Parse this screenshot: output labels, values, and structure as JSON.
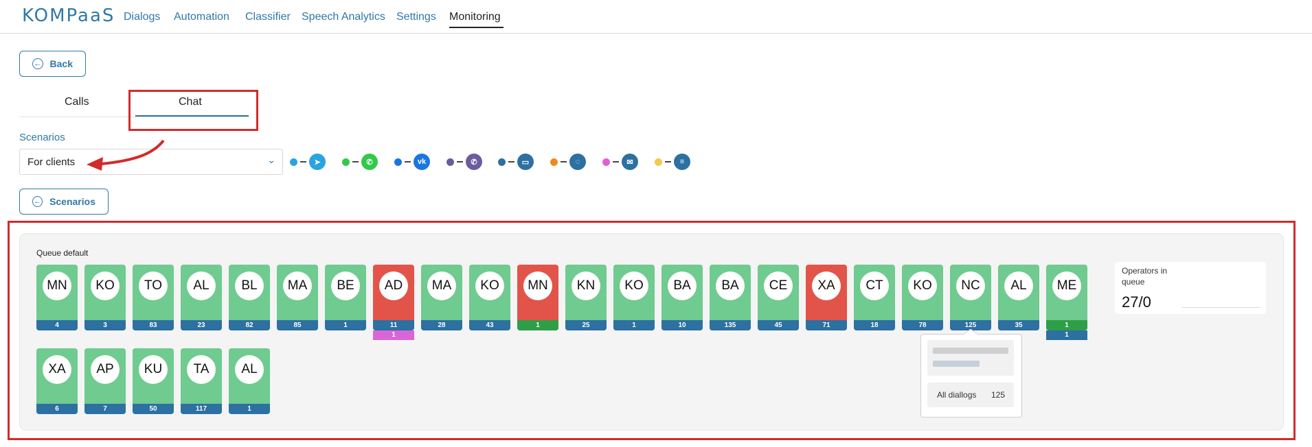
{
  "header": {
    "logo": "KOMPaaS",
    "nav": [
      {
        "label": "Dialogs"
      },
      {
        "label": "Automation"
      },
      {
        "label": "Classifier"
      },
      {
        "label": "Speech Analytics"
      },
      {
        "label": "Settings"
      },
      {
        "label": "Monitoring",
        "active": true
      }
    ]
  },
  "back_button": "Back",
  "tabs": [
    {
      "label": "Calls"
    },
    {
      "label": "Chat",
      "active": true
    }
  ],
  "scenarios": {
    "label": "Scenarios",
    "selected": "For clients",
    "button": "Scenarios"
  },
  "channels": [
    {
      "name": "telegram",
      "dot_color": "#2aa3e0",
      "icon_color": "#2aa3e0",
      "icon": "telegram-icon",
      "glyph": "➤"
    },
    {
      "name": "whatsapp",
      "dot_color": "#32c94a",
      "icon_color": "#32c94a",
      "icon": "whatsapp-icon",
      "glyph": "✆"
    },
    {
      "name": "vk",
      "dot_color": "#1b76e0",
      "icon_color": "#1b76e0",
      "icon": "vk-icon",
      "glyph": "vk"
    },
    {
      "name": "viber",
      "dot_color": "#6c5b9e",
      "icon_color": "#6c5b9e",
      "icon": "viber-icon",
      "glyph": "✆"
    },
    {
      "name": "chat",
      "dot_color": "#2d70a2",
      "icon_color": "#2d70a2",
      "icon": "chat-bubble-icon",
      "glyph": "▭"
    },
    {
      "name": "sms",
      "dot_color": "#f08a1c",
      "icon_color": "#2d70a2",
      "icon": "sms-icon",
      "glyph": "◌"
    },
    {
      "name": "email",
      "dot_color": "#e05fd6",
      "icon_color": "#2d70a2",
      "icon": "mail-icon",
      "glyph": "✉"
    },
    {
      "name": "form",
      "dot_color": "#f2c94c",
      "icon_color": "#2d70a2",
      "icon": "form-icon",
      "glyph": "≡"
    }
  ],
  "queue": {
    "title": "Queue default",
    "operators": [
      {
        "initials": "MN",
        "status": "green",
        "count": "4"
      },
      {
        "initials": "KO",
        "status": "green",
        "count": "3"
      },
      {
        "initials": "TO",
        "status": "green",
        "count": "83"
      },
      {
        "initials": "AL",
        "status": "green",
        "count": "23"
      },
      {
        "initials": "BL",
        "status": "green",
        "count": "82"
      },
      {
        "initials": "MA",
        "status": "green",
        "count": "85"
      },
      {
        "initials": "BE",
        "status": "green",
        "count": "1"
      },
      {
        "initials": "AD",
        "status": "red",
        "count": "11",
        "extra": [
          {
            "value": "1",
            "color": "#d966d6"
          }
        ]
      },
      {
        "initials": "MA",
        "status": "green",
        "count": "28"
      },
      {
        "initials": "KO",
        "status": "green",
        "count": "43"
      },
      {
        "initials": "MN",
        "status": "red",
        "count": "1",
        "count_color": "#2e9e47"
      },
      {
        "initials": "KN",
        "status": "green",
        "count": "25"
      },
      {
        "initials": "KO",
        "status": "green",
        "count": "1"
      },
      {
        "initials": "BA",
        "status": "green",
        "count": "10"
      },
      {
        "initials": "BA",
        "status": "green",
        "count": "135"
      },
      {
        "initials": "CE",
        "status": "green",
        "count": "45"
      },
      {
        "initials": "XA",
        "status": "red",
        "count": "71"
      },
      {
        "initials": "CT",
        "status": "green",
        "count": "18"
      },
      {
        "initials": "KO",
        "status": "green",
        "count": "78"
      },
      {
        "initials": "NC",
        "status": "green",
        "count": "125"
      },
      {
        "initials": "AL",
        "status": "green",
        "count": "35"
      },
      {
        "initials": "ME",
        "status": "green",
        "count": "1",
        "count_color": "#2e9e47",
        "extra": [
          {
            "value": "1",
            "color": "#2d70a2"
          }
        ]
      },
      {
        "initials": "XA",
        "status": "green",
        "count": "6"
      },
      {
        "initials": "AP",
        "status": "green",
        "count": "7"
      },
      {
        "initials": "KU",
        "status": "green",
        "count": "50"
      },
      {
        "initials": "TA",
        "status": "green",
        "count": "117"
      },
      {
        "initials": "AL",
        "status": "green",
        "count": "1"
      }
    ]
  },
  "operators_in_queue": {
    "label": "Operators in queue",
    "value": "27/0"
  },
  "tooltip": {
    "label": "All diallogs",
    "value": "125"
  },
  "colors": {
    "accent": "#2f78a6",
    "green": "#6fcb8f",
    "red": "#e25449",
    "count_bar": "#2d70a2",
    "annotation": "#d42a2a"
  }
}
